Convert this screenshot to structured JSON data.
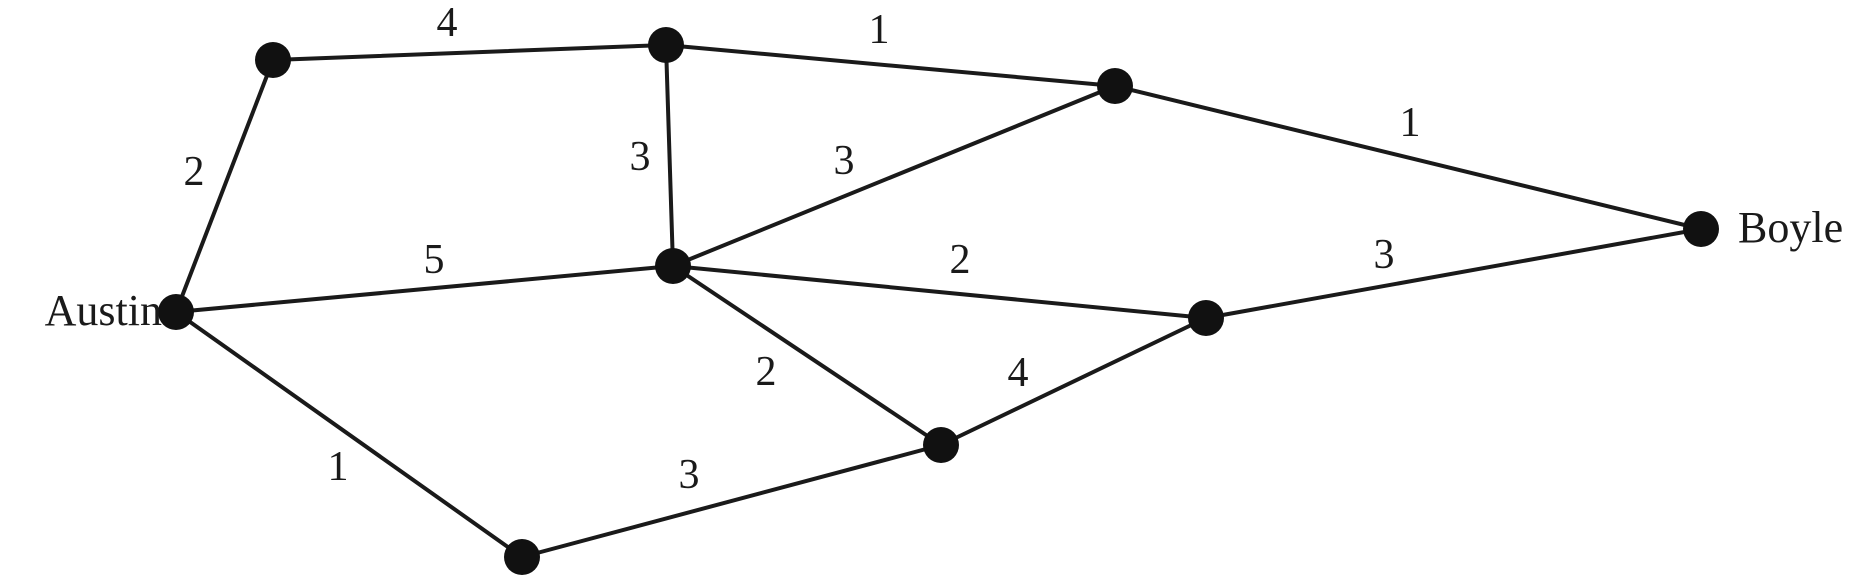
{
  "graph": {
    "nodes": [
      {
        "id": "austin",
        "label": "Austin"
      },
      {
        "id": "n_top_left",
        "label": ""
      },
      {
        "id": "n_top_mid",
        "label": ""
      },
      {
        "id": "n_top_right",
        "label": ""
      },
      {
        "id": "n_center",
        "label": ""
      },
      {
        "id": "n_bottom_left",
        "label": ""
      },
      {
        "id": "n_bottom_mid",
        "label": ""
      },
      {
        "id": "n_mid_right",
        "label": ""
      },
      {
        "id": "boyle",
        "label": "Boyle"
      }
    ],
    "edges": [
      {
        "id": "e1",
        "from": "n_top_left",
        "to": "n_top_mid",
        "weight": "4"
      },
      {
        "id": "e2",
        "from": "n_top_mid",
        "to": "n_top_right",
        "weight": "1"
      },
      {
        "id": "e3",
        "from": "n_top_right",
        "to": "boyle",
        "weight": "1"
      },
      {
        "id": "e4",
        "from": "austin",
        "to": "n_top_left",
        "weight": "2"
      },
      {
        "id": "e5",
        "from": "n_top_mid",
        "to": "n_center",
        "weight": "3"
      },
      {
        "id": "e6",
        "from": "n_center",
        "to": "n_top_right",
        "weight": "3"
      },
      {
        "id": "e7",
        "from": "austin",
        "to": "n_center",
        "weight": "5"
      },
      {
        "id": "e8",
        "from": "n_center",
        "to": "n_mid_right",
        "weight": "2"
      },
      {
        "id": "e9",
        "from": "n_mid_right",
        "to": "boyle",
        "weight": "3"
      },
      {
        "id": "e10",
        "from": "n_center",
        "to": "n_bottom_mid",
        "weight": "2"
      },
      {
        "id": "e11",
        "from": "n_bottom_mid",
        "to": "n_mid_right",
        "weight": "4"
      },
      {
        "id": "e12",
        "from": "austin",
        "to": "n_bottom_left",
        "weight": "1"
      },
      {
        "id": "e13",
        "from": "n_bottom_left",
        "to": "n_bottom_mid",
        "weight": "3"
      }
    ]
  },
  "colors": {
    "ink": "#111111",
    "background": "#ffffff"
  }
}
